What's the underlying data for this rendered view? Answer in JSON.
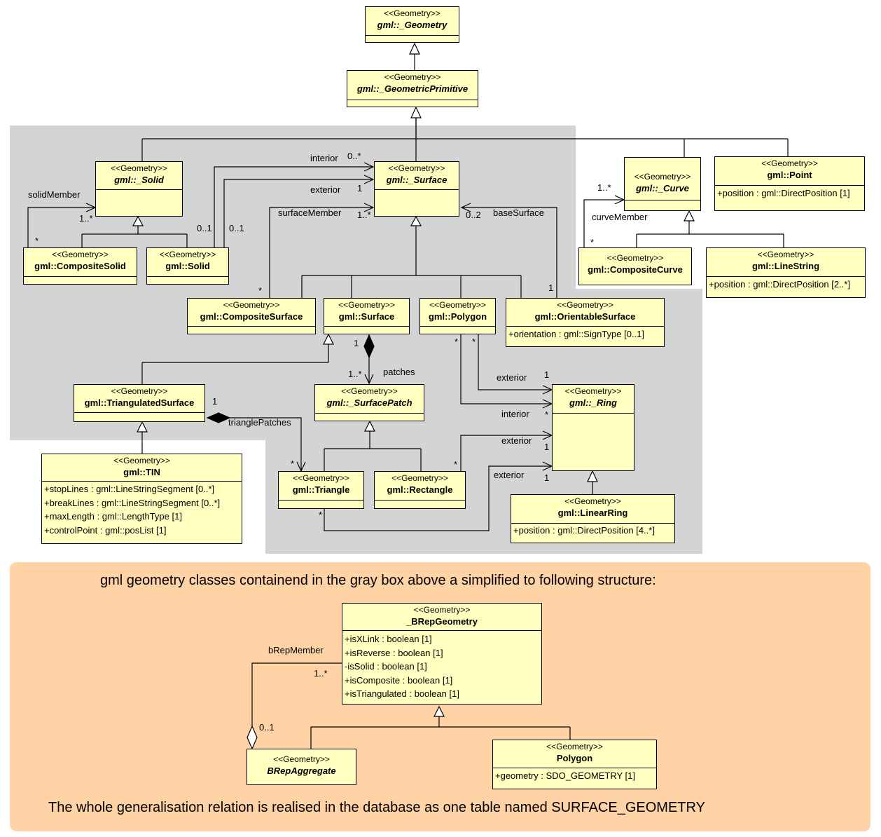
{
  "stereotype": "<<Geometry>>",
  "classes": {
    "geometry": {
      "name": "gml::_Geometry"
    },
    "geometric_primitive": {
      "name": "gml::_GeometricPrimitive"
    },
    "solid_abs": {
      "name": "gml::_Solid"
    },
    "surface_abs": {
      "name": "gml::_Surface"
    },
    "curve_abs": {
      "name": "gml::_Curve"
    },
    "point": {
      "name": "gml::Point",
      "attrs": [
        "+position : gml::DirectPosition [1]"
      ]
    },
    "composite_solid": {
      "name": "gml::CompositeSolid"
    },
    "solid": {
      "name": "gml::Solid"
    },
    "composite_curve": {
      "name": "gml::CompositeCurve"
    },
    "line_string": {
      "name": "gml::LineString",
      "attrs": [
        "+position : gml::DirectPosition [2..*]"
      ]
    },
    "composite_surface": {
      "name": "gml::CompositeSurface"
    },
    "surface": {
      "name": "gml::Surface"
    },
    "polygon": {
      "name": "gml::Polygon"
    },
    "orientable_surface": {
      "name": "gml::OrientableSurface",
      "attrs": [
        "+orientation : gml::SignType [0..1]"
      ]
    },
    "triangulated_surface": {
      "name": "gml::TriangulatedSurface"
    },
    "surface_patch": {
      "name": "gml::_SurfacePatch"
    },
    "ring": {
      "name": "gml::_Ring"
    },
    "tin": {
      "name": "gml::TIN",
      "attrs": [
        "+stopLines : gml::LineStringSegment [0..*]",
        "+breakLines : gml::LineStringSegment [0..*]",
        "+maxLength : gml::LengthType [1]",
        "+controlPoint : gml::posList [1]"
      ]
    },
    "triangle": {
      "name": "gml::Triangle"
    },
    "rectangle": {
      "name": "gml::Rectangle"
    },
    "linear_ring": {
      "name": "gml::LinearRing",
      "attrs": [
        "+position : gml::DirectPosition [4..*]"
      ]
    },
    "brep_geometry": {
      "name": "_BRepGeometry",
      "attrs": [
        "+isXLink : boolean [1]",
        "+isReverse : boolean [1]",
        "-isSolid : boolean [1]",
        "+isComposite : boolean [1]",
        "+isTriangulated : boolean [1]"
      ]
    },
    "brep_aggregate": {
      "name": "BRepAggregate"
    },
    "brep_polygon": {
      "name": "Polygon",
      "attrs": [
        "+geometry : SDO_GEOMETRY [1]"
      ]
    }
  },
  "labels": {
    "interior_top": "interior",
    "exterior_top": "exterior",
    "mult_0_star": "0..*",
    "mult_1_ext": "1",
    "surface_member": "surfaceMember",
    "mult_1_star_sm": "1..*",
    "mult_0_2": "0..2",
    "base_surface": "baseSurface",
    "solid_member": "solidMember",
    "mult_1_star_solid": "1..*",
    "mult_star_cs": "*",
    "mult_01_a": "0..1",
    "mult_01_b": "0..1",
    "mult_star_csurf": "*",
    "mult_1_os": "1",
    "mult_1_star_curve": "1..*",
    "curve_member": "curveMember",
    "mult_star_ccurve": "*",
    "mult_1_patches": "1",
    "mult_1_star_patches": "1..*",
    "patches": "patches",
    "mult_star_poly_a": "*",
    "mult_star_poly_b": "*",
    "exterior_poly": "exterior",
    "mult_1_poly_ext": "1",
    "interior_poly": "interior",
    "mult_star_ring_int": "*",
    "mult_1_tri": "1",
    "triangle_patches": "trianglePatches",
    "mult_star_tri": "*",
    "exterior_rect": "exterior",
    "mult_1_rect": "1",
    "mult_star_rect": "*",
    "exterior_tri": "exterior",
    "mult_1_tri_ext": "1",
    "mult_star_tri_ext": "*",
    "brep_member": "bRepMember",
    "mult_1_star_brep": "1..*",
    "mult_0_1_brep": "0..1"
  },
  "notes": {
    "top": "gml geometry classes containend in the gray box above a simplified to following structure:",
    "bottom": "The whole generalisation relation is realised in the database as one table named SURFACE_GEOMETRY"
  },
  "colors": {
    "class_fill": "#ffffc0",
    "gray_region": "#d4d4d4",
    "note_panel": "#ffd3a5"
  }
}
